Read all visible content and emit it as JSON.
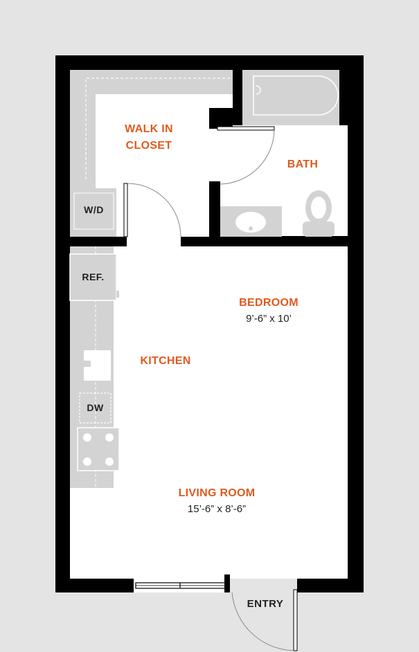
{
  "rooms": {
    "walk_in_closet": {
      "line1": "WALK IN",
      "line2": "CLOSET"
    },
    "bath": {
      "name": "BATH"
    },
    "bedroom": {
      "name": "BEDROOM",
      "dimensions": "9’-6” x 10’"
    },
    "kitchen": {
      "name": "KITCHEN"
    },
    "living_room": {
      "name": "LIVING ROOM",
      "dimensions": "15’-6” x 8’-6”"
    },
    "entry": {
      "name": "ENTRY"
    }
  },
  "fixtures": {
    "washer_dryer": "W/D",
    "refrigerator": "REF.",
    "dishwasher": "DW"
  },
  "colors": {
    "wall": "#000000",
    "floor": "#ffffff",
    "fixture": "#d3d3d3",
    "background": "#e4e4e4",
    "room_label": "#e05a1e"
  }
}
